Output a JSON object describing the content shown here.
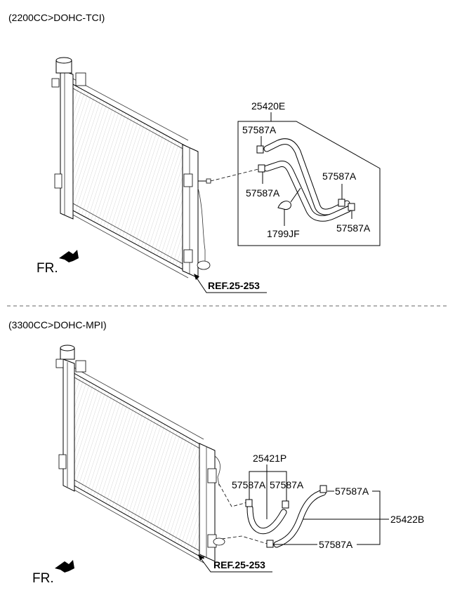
{
  "sections": [
    {
      "header": "(2200CC>DOHC-TCI)",
      "fr_label": "FR.",
      "ref_label": "REF.25-253",
      "parts": {
        "assembly": "25420E",
        "clamp_1": "57587A",
        "clamp_2": "57587A",
        "clamp_3": "57587A",
        "clamp_4": "57587A",
        "bracket": "1799JF"
      }
    },
    {
      "header": "(3300CC>DOHC-MPI)",
      "fr_label": "FR.",
      "ref_label": "REF.25-253",
      "parts": {
        "hose_a": "25421P",
        "clamp_1": "57587A",
        "clamp_2": "57587A",
        "clamp_3": "57587A",
        "hose_b": "25422B",
        "clamp_4": "57587A"
      }
    }
  ]
}
